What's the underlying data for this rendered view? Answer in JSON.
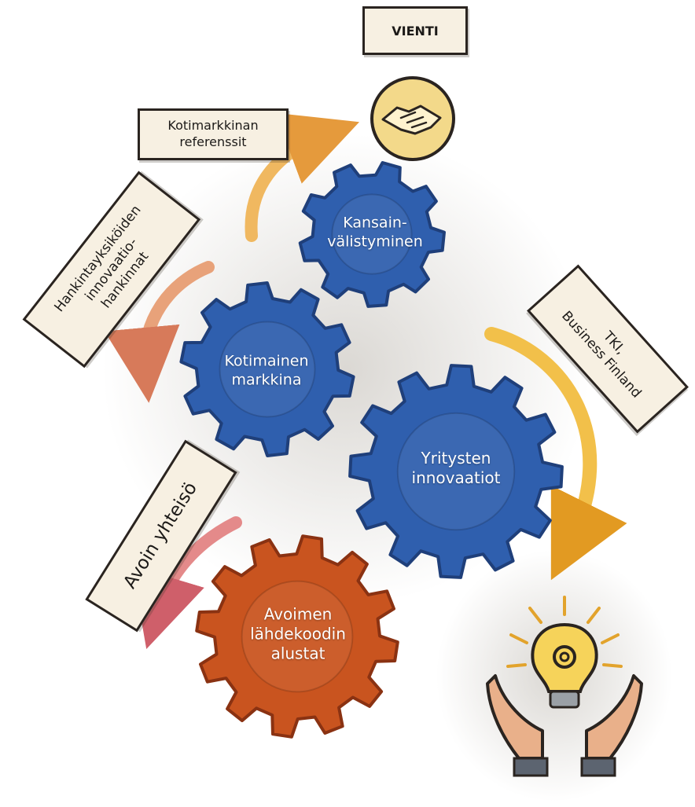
{
  "export_label": "VIENTI",
  "labels": {
    "domestic_references": "Kotimarkkinan\nreferenssit",
    "procurement": "Hankintayksiköiden\ninnovaatio-\nhankinnat",
    "rdi": "TKI,\nBusiness Finland",
    "open_community": "Avoin yhteisö"
  },
  "gears": {
    "internationalization": "Kansain-\nvälistyminen",
    "domestic_market": "Kotimainen\nmarkkina",
    "company_innovations": "Yritysten\ninnovaatiot",
    "open_source_platforms": "Avoimen\nlähdekoodin\nalustat"
  },
  "colors": {
    "gear_blue": "#2f5fae",
    "gear_blue_dark": "#1f3f7a",
    "gear_orange": "#c9541f",
    "gear_orange_dark": "#8a3212",
    "arrow_orange": "#f0b860",
    "arrow_peach": "#e8a27a",
    "arrow_yellow": "#f2c04a",
    "arrow_pink": "#e48a8a",
    "coin_gold": "#f3d98a"
  },
  "icons": [
    "handshake-icon",
    "lightbulb-gear-icon",
    "open-hands-icon"
  ]
}
